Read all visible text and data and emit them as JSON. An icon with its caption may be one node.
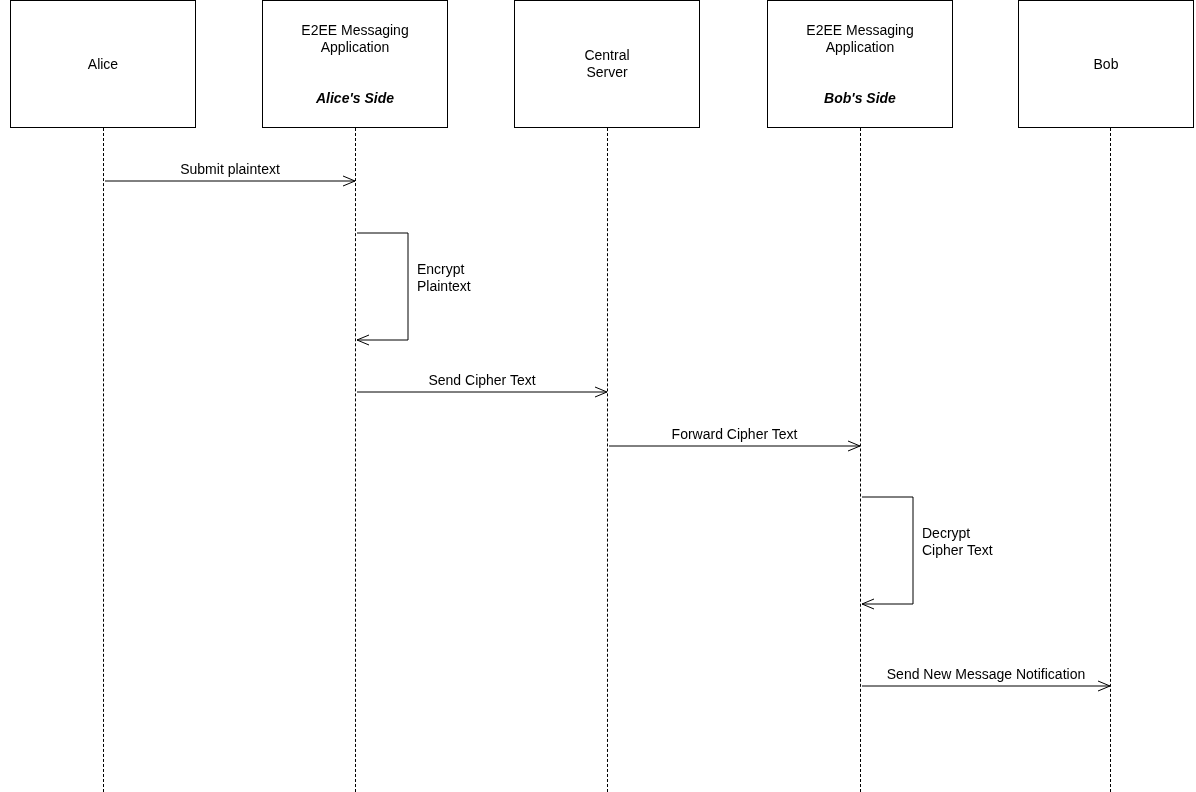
{
  "diagram": {
    "nodes": [
      {
        "text": [
          "Alice"
        ]
      },
      {
        "text": [
          "E2EE Messaging Application",
          "Alice's Side"
        ]
      },
      {
        "text": [
          "Central Server"
        ]
      },
      {
        "text": [
          "E2EE Messaging Application",
          "Bob's Side"
        ]
      },
      {
        "text": [
          "Bob"
        ]
      },
      {
        "text": [],
        "shape": "line"
      },
      {
        "text": [],
        "shape": "line"
      },
      {
        "text": [],
        "shape": "line"
      },
      {
        "text": [],
        "shape": "line"
      },
      {
        "text": [],
        "shape": "line"
      }
    ],
    "edges": [
      {
        "from": 5,
        "to": 6,
        "arrow": "to",
        "label": "Submit plaintext"
      },
      {
        "from": 6,
        "to": 6,
        "arrow": "to",
        "label": "Encrypt Plaintext"
      },
      {
        "from": 6,
        "to": 7,
        "arrow": "to",
        "label": "Send Cipher Text"
      },
      {
        "from": 7,
        "to": 8,
        "arrow": "to",
        "label": "Forward Cipher Text"
      },
      {
        "from": 8,
        "to": 8,
        "arrow": "to",
        "label": "Decrypt Cipher Text"
      },
      {
        "from": 8,
        "to": 9,
        "arrow": "to",
        "label": "Send New Message Notification"
      }
    ]
  }
}
